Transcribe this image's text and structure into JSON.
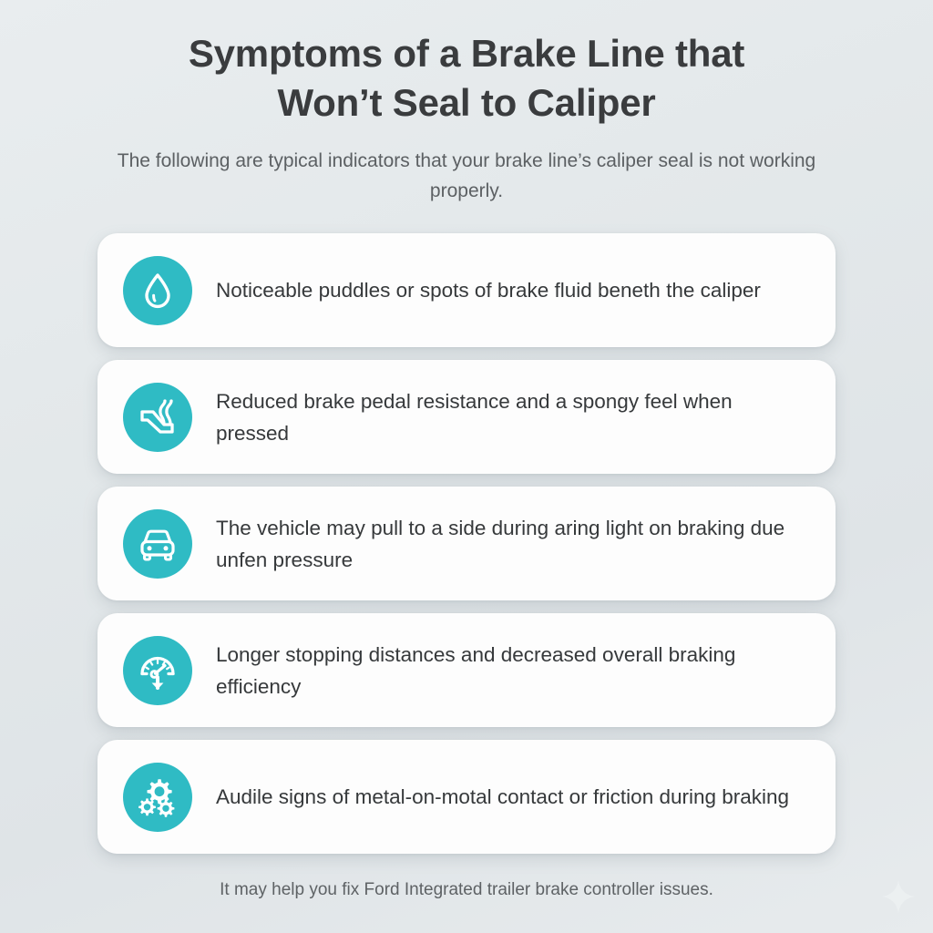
{
  "header": {
    "title_line_1": "Symptoms of a Brake Line that",
    "title_line_2": "Won’t Seal to Caliper",
    "subtitle": "The following are typical indicators that your brake line’s caliper seal is not working properly."
  },
  "symptoms": [
    {
      "icon": "water-droplet-icon",
      "text": "Noticeable puddles or spots of brake fluid beneth the caliper"
    },
    {
      "icon": "brake-pedal-icon",
      "text": "Reduced brake pedal resistance and a spongy feel when pressed"
    },
    {
      "icon": "car-front-icon",
      "text": "The vehicle may pull to a side during aring light on braking due unfen pressure"
    },
    {
      "icon": "gauge-down-arrow-icon",
      "text": "Longer stopping distances and decreased overall braking efficiency"
    },
    {
      "icon": "gears-icon",
      "text": "Audile signs of metal-on-motal contact or friction during braking"
    }
  ],
  "footer": {
    "note": "It may help you fix Ford Integrated trailer brake controller issues."
  },
  "colors": {
    "accent_teal": "#2FBBC4",
    "background": "#E4E9EB",
    "card_background": "#FDFDFD",
    "title_text": "#3A3C3E",
    "body_text": "#36393B",
    "muted_text": "#5C6063"
  },
  "decor": {
    "sparkle": "four-point-star-icon"
  }
}
